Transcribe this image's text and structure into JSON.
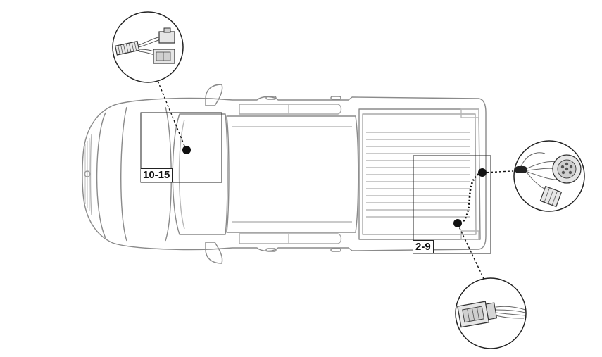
{
  "diagram": {
    "callouts": [
      {
        "id": "front",
        "label": "10-15"
      },
      {
        "id": "rear",
        "label": "2-9"
      }
    ],
    "colors": {
      "outline": "#8a8a8a",
      "detail": "#b8b8b8",
      "leader": "#111111",
      "marker": "#111111"
    },
    "icons": {
      "front_inset": "wiring-harness-connector-icon",
      "rear_top_inset": "round-socket-connector-icon",
      "rear_bottom_inset": "plug-connector-icon"
    }
  }
}
